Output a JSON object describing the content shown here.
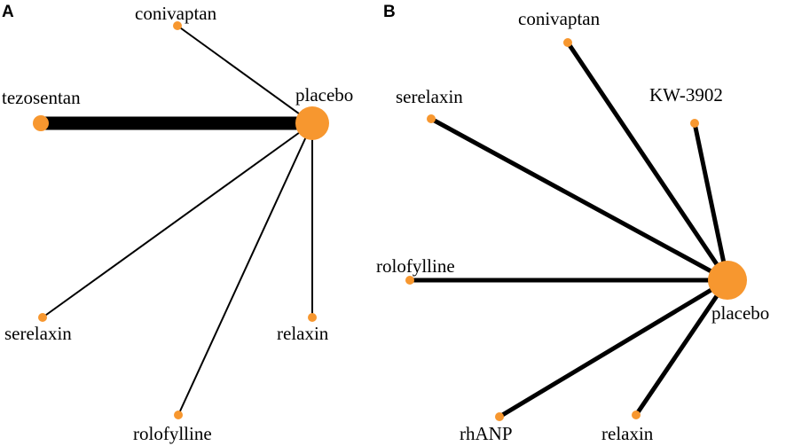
{
  "colors": {
    "node": "#F7972F",
    "edge": "#000000",
    "background": "#FFFFFF"
  },
  "panels": [
    {
      "letter": "A",
      "nodes": {
        "conivaptan": "conivaptan",
        "tezosentan": "tezosentan",
        "placebo": "placebo",
        "serelaxin": "serelaxin",
        "relaxin": "relaxin",
        "rolofylline": "rolofylline"
      }
    },
    {
      "letter": "B",
      "nodes": {
        "conivaptan": "conivaptan",
        "serelaxin": "serelaxin",
        "kw3902": "KW-3902",
        "rolofylline": "rolofylline",
        "placebo": "placebo",
        "rhanp": "rhANP",
        "relaxin": "relaxin"
      }
    }
  ]
}
